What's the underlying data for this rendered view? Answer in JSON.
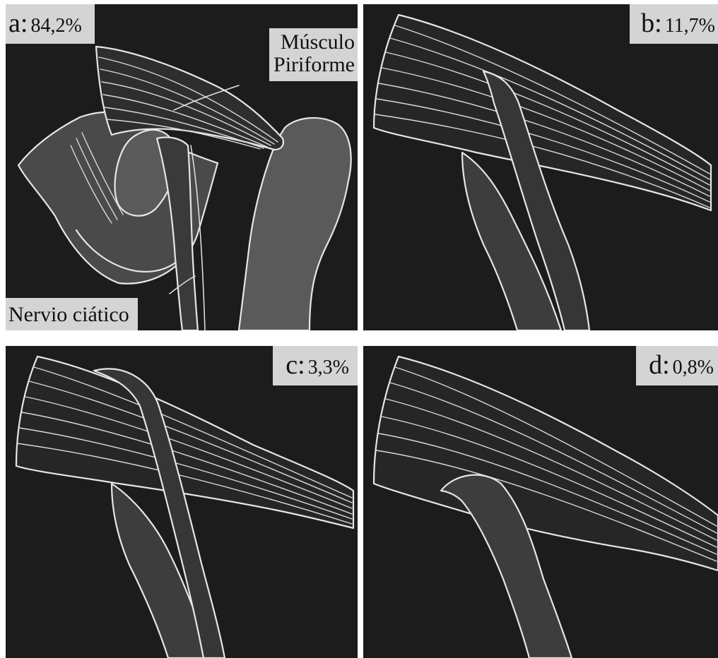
{
  "panels": [
    {
      "letter": "a:",
      "percent": "84,2%"
    },
    {
      "letter": "b:",
      "percent": "11,7%"
    },
    {
      "letter": "c:",
      "percent": "3,3%"
    },
    {
      "letter": "d:",
      "percent": "0,8%"
    }
  ],
  "annotations": {
    "muscle_line1": "Músculo",
    "muscle_line2": "Piriforme",
    "nerve": "Nervio ciático"
  },
  "colors": {
    "background": "#1c1c1c",
    "outline": "#e6e6e6",
    "label_box": "#d4d4d4"
  }
}
